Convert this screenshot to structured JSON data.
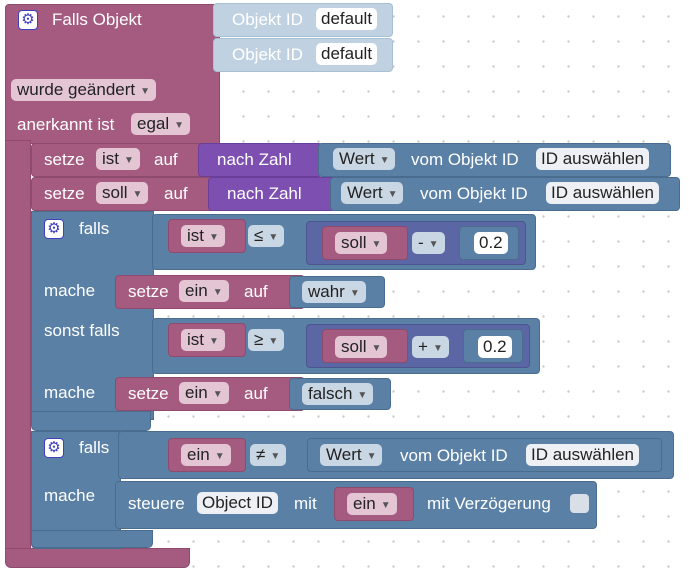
{
  "trigger": {
    "title": "Falls Objekt",
    "object_label_1": "Objekt ID",
    "object_value_1": "default",
    "object_label_2": "Objekt ID",
    "object_value_2": "default",
    "condition": "wurde geändert",
    "ack_label": "anerkannt ist",
    "ack_value": "egal"
  },
  "set_ist": {
    "setze": "setze",
    "var": "ist",
    "auf": "auf",
    "convert": "nach Zahl",
    "prop": "Wert",
    "vom": "vom Objekt ID",
    "id": "ID auswählen"
  },
  "set_soll": {
    "setze": "setze",
    "var": "soll",
    "auf": "auf",
    "convert": "nach Zahl",
    "prop": "Wert",
    "vom": "vom Objekt ID",
    "id": "ID auswählen"
  },
  "if1": {
    "falls": "falls",
    "left": "ist",
    "op": "≤",
    "calc_var": "soll",
    "calc_op": "-",
    "calc_val": "0.2",
    "mache": "mache",
    "do_setze": "setze",
    "do_var": "ein",
    "do_auf": "auf",
    "do_val": "wahr",
    "elseif": "sonst falls",
    "left2": "ist",
    "op2": "≥",
    "calc_var2": "soll",
    "calc_op2": "+",
    "calc_val2": "0.2",
    "mache2": "mache",
    "do_setze2": "setze",
    "do_var2": "ein",
    "do_auf2": "auf",
    "do_val2": "falsch"
  },
  "if2": {
    "falls": "falls",
    "left": "ein",
    "op": "≠",
    "prop": "Wert",
    "vom": "vom Objekt ID",
    "id": "ID auswählen",
    "mache": "mache",
    "steuere": "steuere",
    "object": "Object ID",
    "mit": "mit",
    "var": "ein",
    "delay": "mit Verzögerung"
  },
  "icons": {
    "gear": "⚙",
    "dropdown": "▼"
  }
}
